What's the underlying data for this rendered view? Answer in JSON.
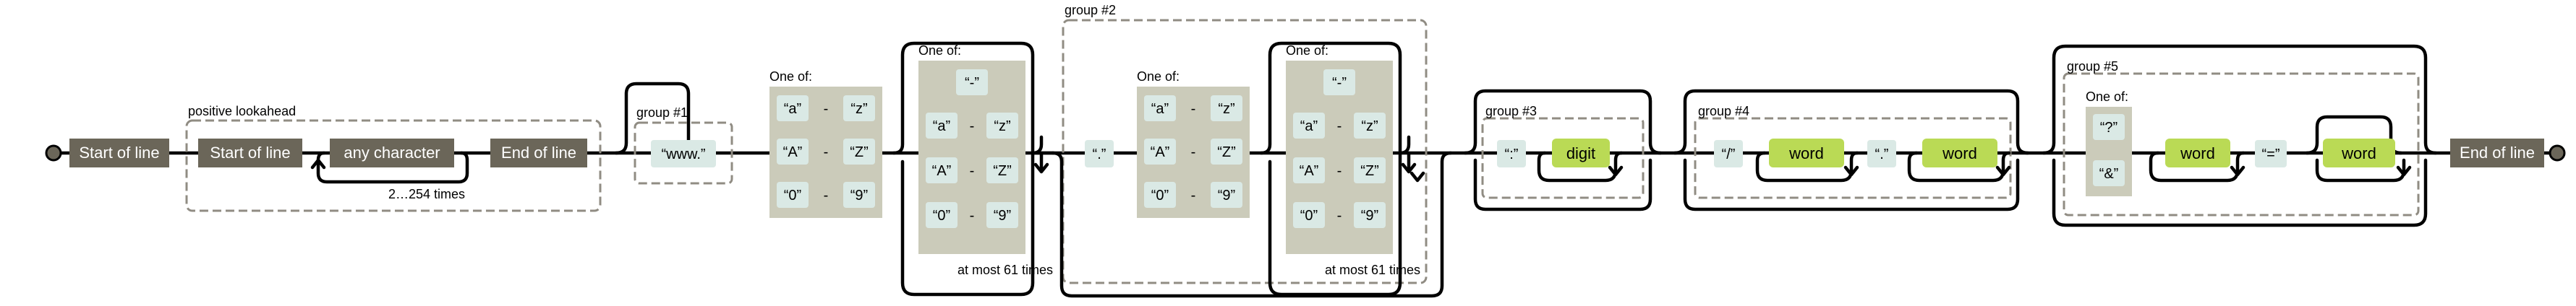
{
  "anchors": {
    "start_outer": "Start of line",
    "start_inner": "Start of line",
    "end_inner": "End of line",
    "end_outer": "End of line"
  },
  "lookahead": {
    "label": "positive lookahead",
    "any_char": "any character",
    "repeat": "2…254 times"
  },
  "group1": {
    "label": "group #1",
    "literal": "“www.”"
  },
  "oneof": "One of:",
  "range": {
    "a": "“a”",
    "z": "“z”",
    "A": "“A”",
    "Z": "“Z”",
    "d0": "“0”",
    "d9": "“9”",
    "dash": "-"
  },
  "hyphen_literal": "“-”",
  "at_most": "at most 61 times",
  "dot_literal": "“.”",
  "group2": {
    "label": "group #2"
  },
  "group3": {
    "label": "group #3",
    "colon": "“:”",
    "digit": "digit"
  },
  "group4": {
    "label": "group #4",
    "slash": "“/”",
    "word": "word",
    "dot": "“.”"
  },
  "group5": {
    "label": "group #5",
    "q": "“?”",
    "amp": "“&”",
    "eq": "“=”",
    "word": "word"
  }
}
